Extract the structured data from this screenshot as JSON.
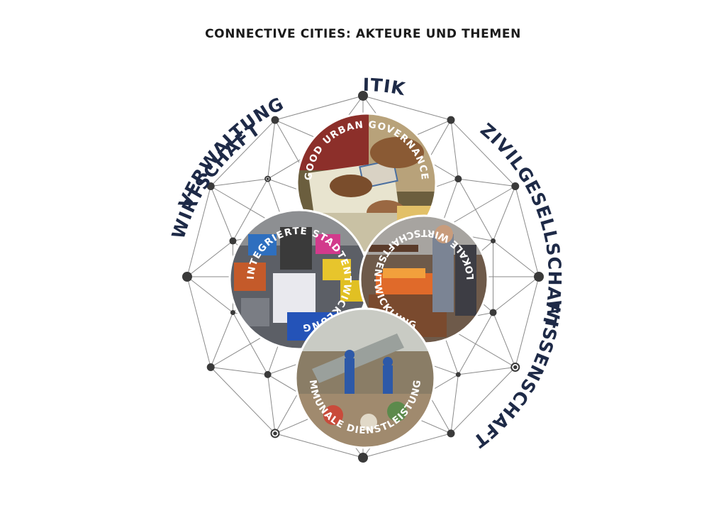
{
  "title": "CONNECTIVE CITIES: AKTEURE UND THEMEN",
  "stakeholders": {
    "politik": "POLITIK",
    "zivilgesellschaft": "ZIVILGESELLSCHAFT",
    "wissenschaft": "WISSENSCHAFT",
    "wirtschaft": "WIRTSCHAFT",
    "verwaltung": "VERWALTUNG"
  },
  "themes": {
    "governance": "GOOD URBAN GOVERNANCE",
    "stadtentwicklung": "INTEGRIERTE STADTENTWICKLUNG",
    "wirtschaftsentwicklung": "LOKALE WIRTSCHAFTSENTWICKLUNG",
    "dienstleistungen": "KOMMUNALE DIENSTLEISTUNGEN"
  },
  "colors": {
    "stakeholder_text": "#1e2a47",
    "network_line": "#8a8a8a",
    "node": "#3a3a3a"
  },
  "icons": {
    "network": "polyhedron-network-graphic",
    "photos": [
      "governance-photo",
      "traffic-photo",
      "market-photo",
      "waste-photo"
    ]
  }
}
